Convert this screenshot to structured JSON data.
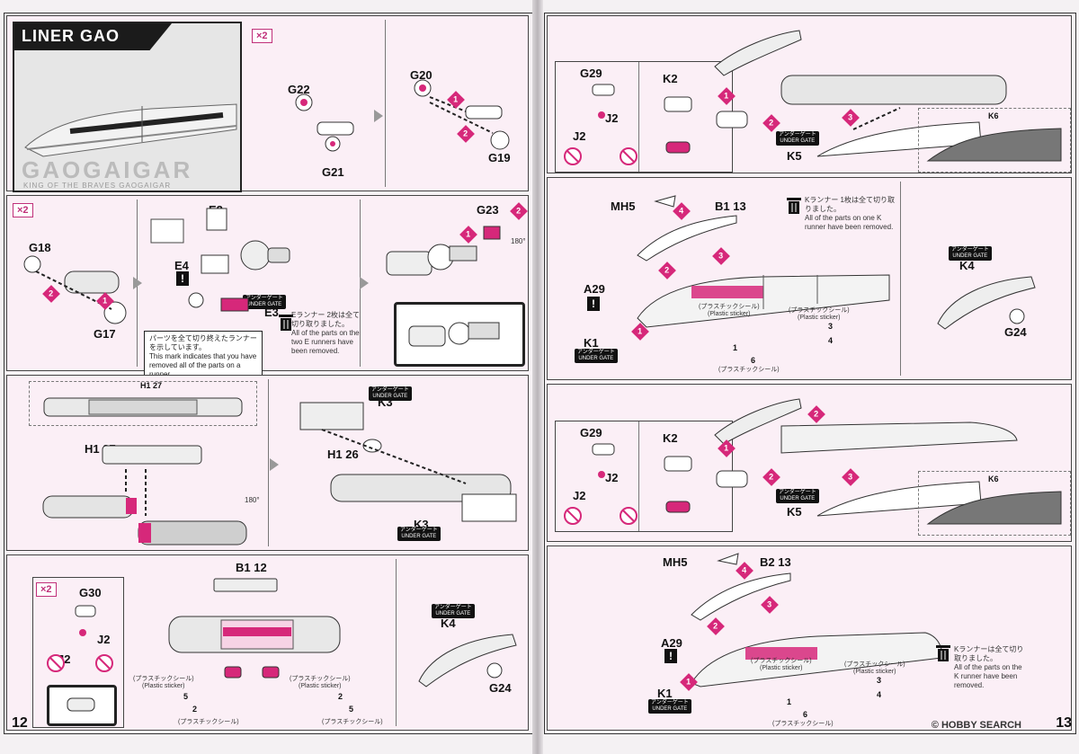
{
  "left_page": {
    "page_number": "12",
    "title": "LINER GAO",
    "logo": "GAOGAIGAR",
    "logo_sub": "KING OF THE BRAVES GAOGAIGAR",
    "multiplier": "×2",
    "step1": {
      "parts": [
        "G22",
        "G21",
        "G20",
        "G19"
      ]
    },
    "step2": {
      "parts": [
        "G18",
        "G17",
        "E2",
        "E4",
        "E3",
        "G23"
      ],
      "rotation": "180°",
      "runner_note_jp": "パーツを全て切り終えたランナーを示しています。",
      "runner_note_en": "This mark indicates that you have removed all of the parts on a runner.",
      "trash_note_jp": "Eランナー 2枚は全て切り取りました。",
      "trash_note_en": "All of the parts on the two E runners have been removed.",
      "gate_jp": "アンダーゲート",
      "gate_en": "UNDER GATE"
    },
    "step3": {
      "parts": [
        "H1 27",
        "H1 27",
        "H1 26",
        "K3",
        "K3"
      ],
      "rotation": "180°"
    },
    "step4": {
      "parts": [
        "G30",
        "J2",
        "J2",
        "B1 12",
        "K4",
        "G24"
      ],
      "sticker_jp": "(プラスチックシール)",
      "sticker_en": "(Plastic sticker)",
      "sticker_nums": [
        "5",
        "2",
        "2",
        "5"
      ]
    }
  },
  "right_page": {
    "page_number": "13",
    "watermark": "© HOBBY SEARCH",
    "step1": {
      "parts": [
        "G29",
        "K2",
        "J2",
        "J2",
        "K6",
        "K5"
      ]
    },
    "step2": {
      "parts": [
        "MH5",
        "B1 13",
        "A29",
        "K1",
        "K4",
        "G24"
      ],
      "trash_note_jp": "Kランナー 1枚は全て切り取りました。",
      "trash_note_en": "All of the parts on one K runner have been removed.",
      "sticker_nums": [
        "3",
        "4",
        "1",
        "6"
      ]
    },
    "step3": {
      "parts": [
        "G29",
        "K2",
        "J2",
        "J2",
        "K6",
        "K5"
      ]
    },
    "step4": {
      "parts": [
        "MH5",
        "B2 13",
        "A29",
        "K1"
      ],
      "trash_note_jp": "Kランナーは全て切り取りました。",
      "trash_note_en": "All of the parts on the K runner have been removed.",
      "sticker_nums": [
        "3",
        "4",
        "1",
        "6"
      ]
    }
  }
}
